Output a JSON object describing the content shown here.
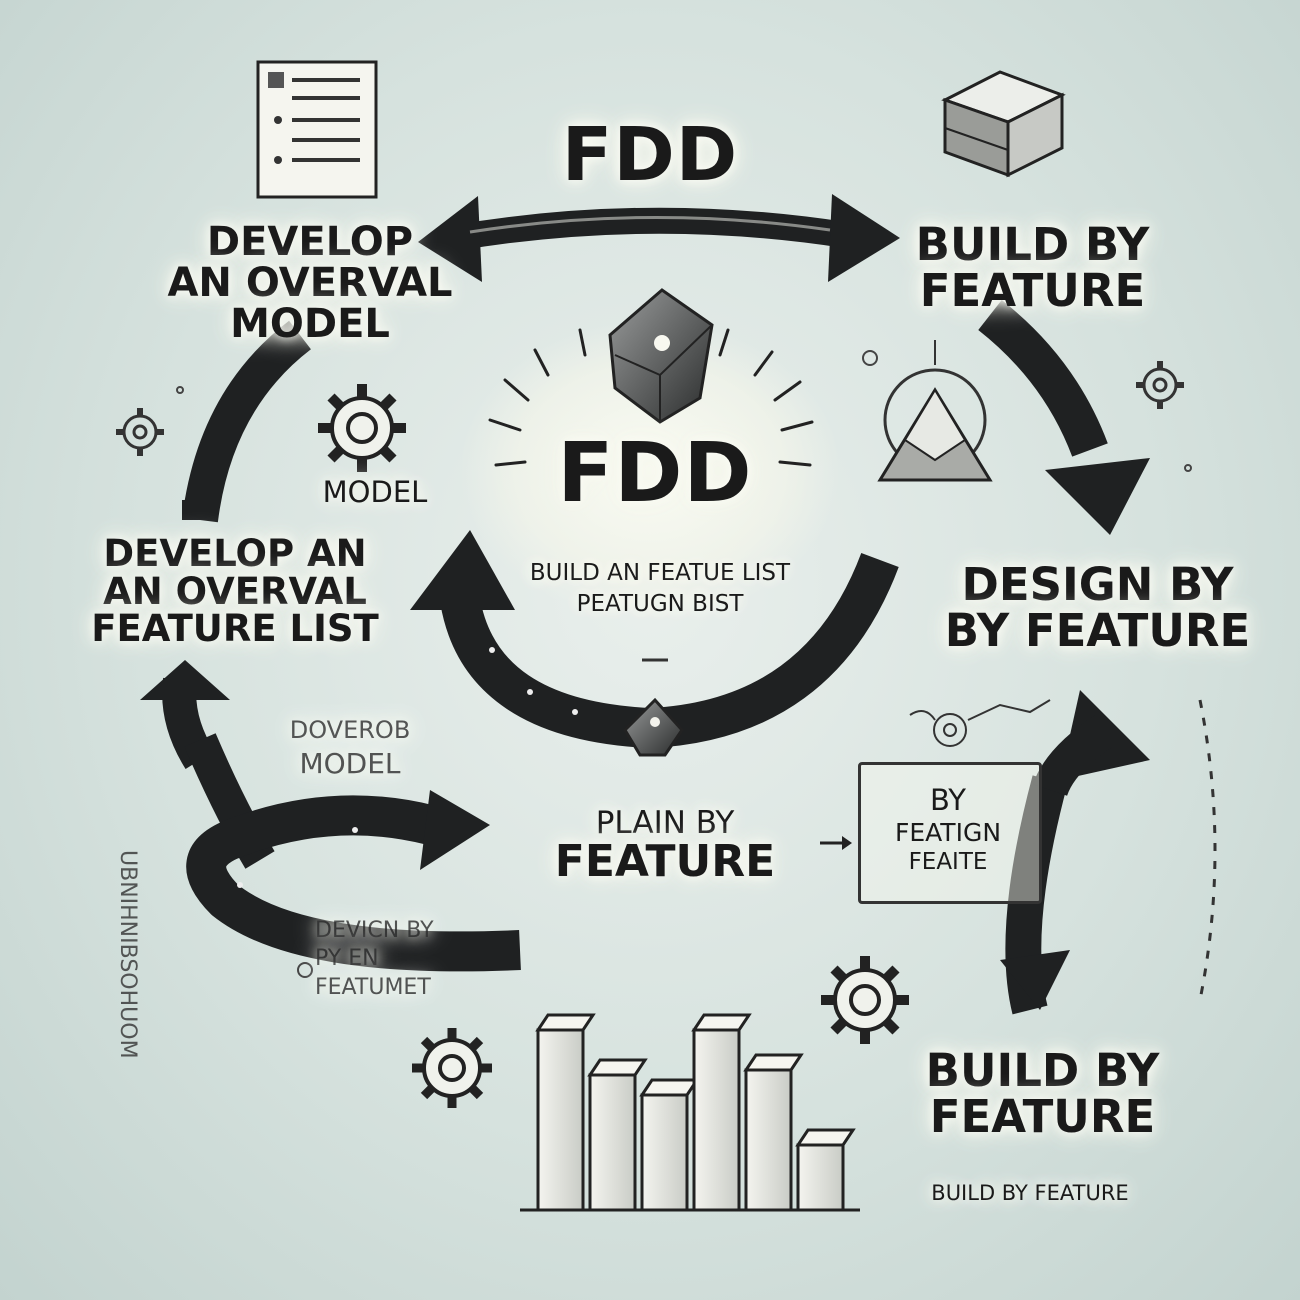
{
  "title_top": "FDD",
  "title_center": "FDD",
  "center": {
    "line1": "BUILD AN FEATUE LIST",
    "line2": "PEATUGN BIST"
  },
  "top_left": [
    "DEVELOP",
    "AN OVERVAL",
    "MODEL"
  ],
  "top_right": [
    "BUILD BY",
    "FEATURE"
  ],
  "mid_left_small": "MODEL",
  "mid_left": [
    "DEVELOP AN",
    "AN OVERVAL",
    "FEATURE LIST"
  ],
  "mid_right": [
    "DESIGN BY",
    "BY FEATURE"
  ],
  "lower_left_small": [
    "DOVEROB",
    "MODEL"
  ],
  "center_lower": [
    "PLAIN BY",
    "FEATURE"
  ],
  "box_text": [
    "BY",
    "FEATIGN",
    "FEAITE"
  ],
  "bottom_left_small": [
    "DEVICN BY",
    "PY EN",
    "FEATUMET"
  ],
  "bottom_right": [
    "BUILD BY",
    "FEATURE"
  ],
  "bottom_right_small": "BUILD BY FEATURE",
  "vertical_text": "UBNIHNIBSOHUOM",
  "colors": {
    "ink": "#1c1c1c",
    "arrow": "#1f2122",
    "background": "#d6e2de",
    "glow": "#f7f8ee"
  },
  "icons": [
    "document-icon",
    "cube-icon",
    "gear-icon",
    "gem-icon",
    "crystal-icon",
    "bar-chart-icon"
  ]
}
